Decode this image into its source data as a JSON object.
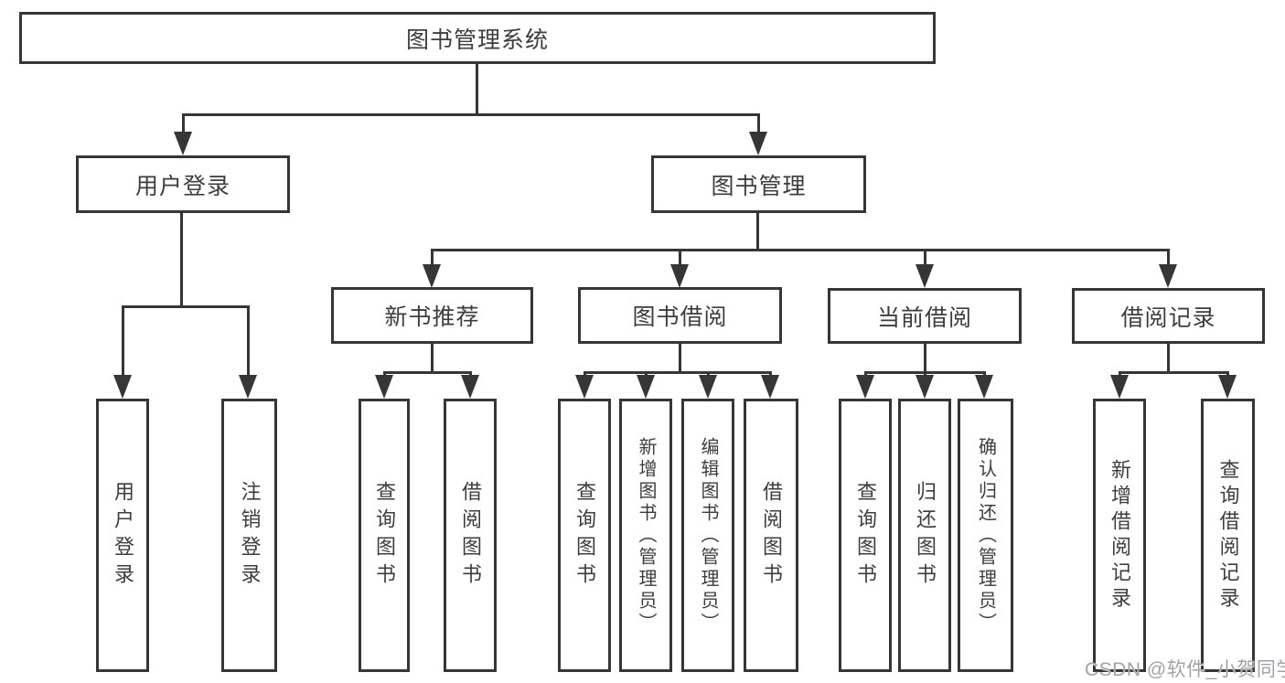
{
  "diagram_type": "functional-structure-tree",
  "tree": {
    "label": "图书管理系统",
    "children": [
      {
        "label": "用户登录",
        "children": [
          {
            "label": "用户登录"
          },
          {
            "label": "注销登录"
          }
        ]
      },
      {
        "label": "图书管理",
        "children": [
          {
            "label": "新书推荐",
            "children": [
              {
                "label": "查询图书"
              },
              {
                "label": "借阅图书"
              }
            ]
          },
          {
            "label": "图书借阅",
            "children": [
              {
                "label": "查询图书"
              },
              {
                "label": "新增图书（管理员）"
              },
              {
                "label": "编辑图书（管理员）"
              },
              {
                "label": "借阅图书"
              }
            ]
          },
          {
            "label": "当前借阅",
            "children": [
              {
                "label": "查询图书"
              },
              {
                "label": "归还图书"
              },
              {
                "label": "确认归还（管理员）"
              }
            ]
          },
          {
            "label": "借阅记录",
            "children": [
              {
                "label": "新增借阅记录"
              },
              {
                "label": "查询借阅记录"
              }
            ]
          }
        ]
      }
    ]
  },
  "watermark": {
    "text": "CSDN @软件_小贺同学"
  },
  "colors": {
    "line": "#363636",
    "text": "#3d3d3d",
    "background": "#ffffff",
    "watermark": "#a2a2aa"
  }
}
